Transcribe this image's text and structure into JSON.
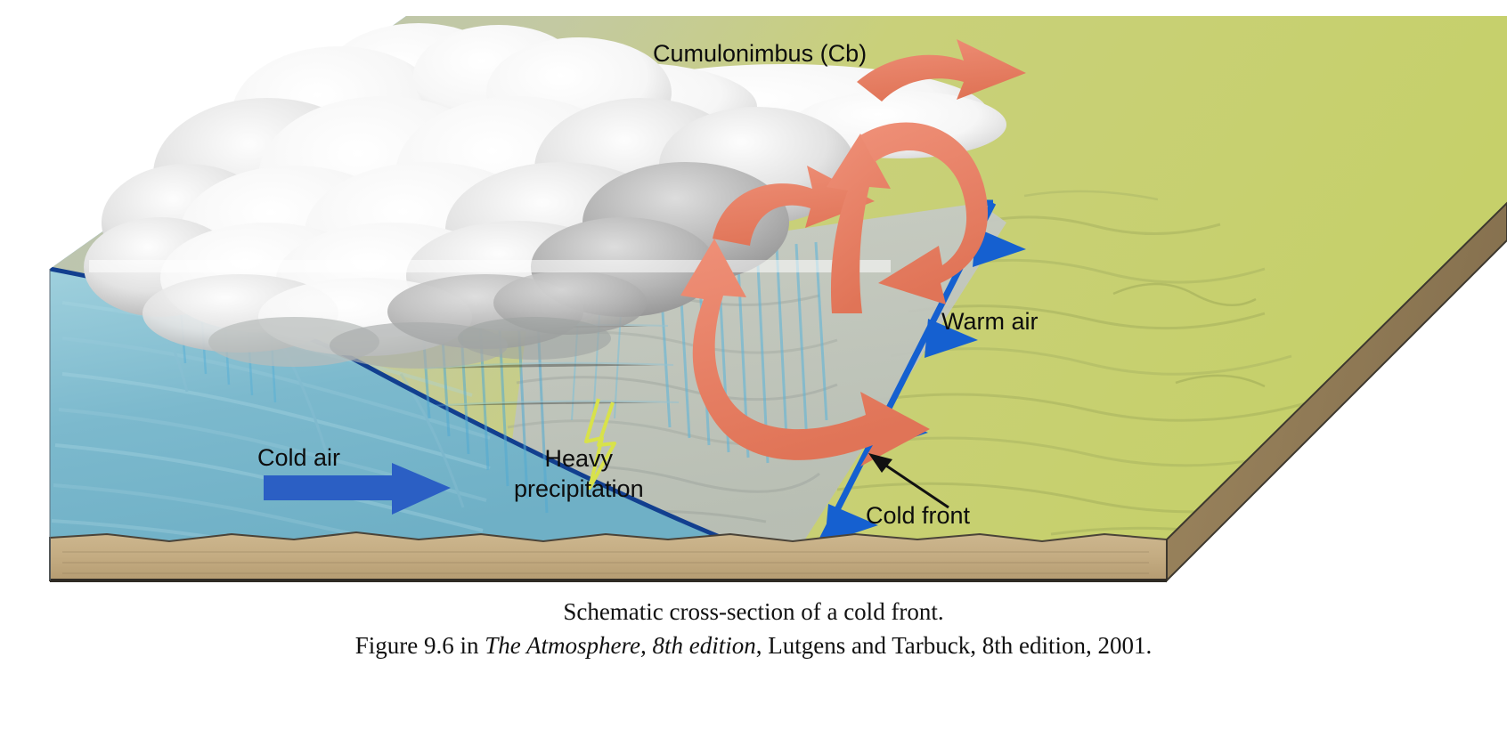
{
  "figure": {
    "title_caption": "Schematic cross-section of a cold front.",
    "source_caption_prefix": "Figure 9.6 in ",
    "source_caption_italic": "The Atmosphere, 8th edition",
    "source_caption_suffix": ", Lutgens and Tarbuck, 8th edition, 2001."
  },
  "labels": {
    "cumulonimbus": "Cumulonimbus (Cb)",
    "warm_air": "Warm air",
    "cold_air": "Cold air",
    "heavy_precipitation_line1": "Heavy",
    "heavy_precipitation_line2": "precipitation",
    "cold_front": "Cold front"
  },
  "colors": {
    "front_line": "#1560d0",
    "front_triangle": "#1560d0",
    "cold_air_arrow": "#2b5fc4",
    "circulation_arrow": "#e8816a",
    "sky_top": "#6aa6de",
    "sky_bottom": "#cfe3f4",
    "sky_right_warm": "#f2e79a",
    "terrain_green": "#c4ce6e",
    "terrain_cool": "#b8c2bd",
    "cold_air_mass": "#7fb6c9",
    "soil": "#c6ae86",
    "soil_edge": "#6d5f49",
    "cloud_light": "#ffffff",
    "cloud_shadow": "#9a9a9a",
    "rain_streak": "#63b4d8",
    "lightning": "#d8e24a",
    "leader_line": "#111111"
  },
  "chart_data": {
    "type": "diagram",
    "subject": "cold front cross-section",
    "annotations": [
      {
        "name": "cumulonimbus",
        "text": "Cumulonimbus (Cb)"
      },
      {
        "name": "warm-air",
        "text": "Warm air"
      },
      {
        "name": "cold-air",
        "text": "Cold air"
      },
      {
        "name": "heavy-precipitation",
        "text": "Heavy precipitation"
      },
      {
        "name": "cold-front",
        "text": "Cold front"
      }
    ]
  }
}
